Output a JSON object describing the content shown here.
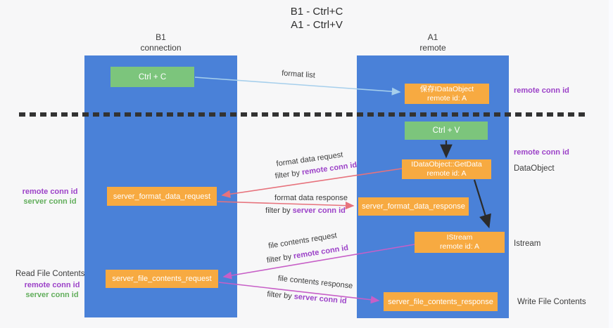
{
  "title": {
    "line1": "B1 - Ctrl+C",
    "line2": "A1 - Ctrl+V"
  },
  "lifelines": {
    "b1": {
      "name": "B1",
      "role": "connection"
    },
    "a1": {
      "name": "A1",
      "role": "remote"
    }
  },
  "nodes": {
    "ctrl_c": {
      "label": "Ctrl + C"
    },
    "saved_dataobject": {
      "line1": "保存IDataObject",
      "line2": "remote id: A"
    },
    "ctrl_v": {
      "label": "Ctrl + V"
    },
    "getdata": {
      "line1": "IDataObject::GetData",
      "line2": "remote id: A"
    },
    "format_request": {
      "label": "server_format_data_request"
    },
    "format_response": {
      "label": "server_format_data_response"
    },
    "istream": {
      "line1": "IStream",
      "line2": "remote id: A"
    },
    "file_request": {
      "label": "server_file_contents_request"
    },
    "file_response": {
      "label": "server_file_contents_response"
    }
  },
  "edge_labels": {
    "format_list": "format list",
    "format_data_request": "format data request",
    "format_data_request_filter": {
      "prefix": "filter by ",
      "id": "remote conn id"
    },
    "format_data_response": "format data response",
    "format_data_response_filter": {
      "prefix": "filter by ",
      "id": "server conn id"
    },
    "file_contents_request": "file contents request",
    "file_contents_request_filter": {
      "prefix": "filter by ",
      "id": "remote conn id"
    },
    "file_contents_response": "file contents response",
    "file_contents_response_filter": {
      "prefix": "filter by ",
      "id": "server conn id"
    }
  },
  "side_labels": {
    "right_top_remote_conn_id": "remote conn id",
    "right_mid_remote_conn_id": "remote conn id",
    "right_dataobject": "DataObject",
    "right_istream": "Istream",
    "right_write_file": "Write File Contents",
    "left_remote_conn_id_1": "remote conn id",
    "left_server_conn_id_1": "server conn id",
    "left_read_file": "Read File Contents",
    "left_remote_conn_id_2": "remote conn id",
    "left_server_conn_id_2": "server conn id"
  },
  "colors": {
    "lifeline_blue": "#4a81d8",
    "node_orange": "#f7aa41",
    "node_green": "#7cc57c",
    "arrow_light_blue": "#a6cfec",
    "arrow_salmon": "#e7727c",
    "arrow_magenta": "#c75fc7",
    "arrow_black": "#2b2b2b",
    "remote_conn_id_purple": "#9c42c8",
    "server_conn_id_green": "#62ae5c",
    "text_dark": "#3c3c3c"
  }
}
